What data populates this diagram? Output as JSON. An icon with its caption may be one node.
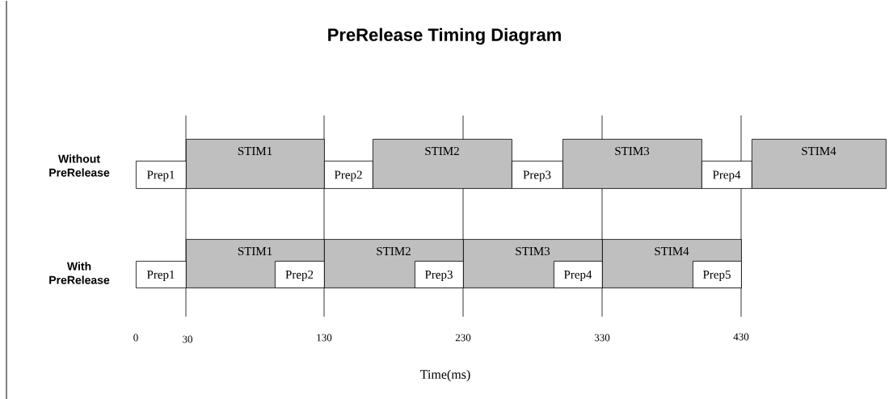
{
  "diagram": {
    "title": "PreRelease Timing Diagram",
    "nodes": [
      {
        "text": [
          "Prep1"
        ]
      },
      {
        "text": [
          "STIM1"
        ]
      },
      {
        "text": [
          "Prep2"
        ]
      },
      {
        "text": [
          "STIM2"
        ]
      },
      {
        "text": [
          "Prep3"
        ]
      },
      {
        "text": [
          "STIM3"
        ]
      },
      {
        "text": [
          "Prep4"
        ]
      },
      {
        "text": [
          "STIM4"
        ]
      },
      {
        "text": [
          "Prep1"
        ]
      },
      {
        "text": [
          "STIM1"
        ]
      },
      {
        "text": [
          "Prep2"
        ],
        "in": 9
      },
      {
        "text": [
          "STIM2"
        ]
      },
      {
        "text": [
          "Prep3"
        ],
        "in": 11
      },
      {
        "text": [
          "STIM3"
        ]
      },
      {
        "text": [
          "Prep4"
        ],
        "in": 13
      },
      {
        "text": [
          "STIM4"
        ]
      },
      {
        "text": [
          "Prep5"
        ],
        "in": 15
      }
    ],
    "labels": [
      "Without PreRelease",
      "With PreRelease",
      "0",
      "30",
      "130",
      "230",
      "330",
      "430",
      "Time(ms)"
    ]
  }
}
